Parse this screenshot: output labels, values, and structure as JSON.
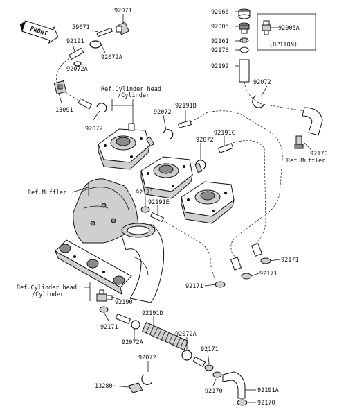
{
  "diagram": {
    "front_arrow_label": "FRONT",
    "option_label": "(OPTION)",
    "refs": {
      "cyl_head_top_1": "Ref.Cylinder head",
      "cyl_head_top_2": "/Cylinder",
      "muffler_left": "Ref.Muffler",
      "muffler_right": "Ref.Muffler",
      "cyl_head_bottom_1": "Ref.Cylinder head",
      "cyl_head_bottom_2": "/Cylinder"
    },
    "parts": {
      "p92071": "92071",
      "p59071": "59071",
      "p92072A_top": "92072A",
      "p92191_top": "92191",
      "p92072A_left": "92072A",
      "p13091": "13091",
      "p92072_left": "92072",
      "p92066": "92066",
      "p92005": "92005",
      "p92005A": "92005A",
      "p92161": "92161",
      "p92170_top": "92170",
      "p92192": "92192",
      "p92072_right": "92072",
      "p92072_mid": "92072",
      "p92191B": "92191B",
      "p92072_mid2": "92072",
      "p92191C": "92191C",
      "p92170_right": "92170",
      "p92171_mid": "92171",
      "p92191E": "92191E",
      "p92171_r1": "92171",
      "p92171_r2": "92171",
      "p92171_bl": "92171",
      "p92190": "92190",
      "p92171_lb": "92171",
      "p92191D": "92191D",
      "p92072A_bot": "92072A",
      "p92072A_bot2": "92072A",
      "p92171_b": "92171",
      "p92072_bot": "92072",
      "p13280": "13280",
      "p92170_b": "92170",
      "p92191A": "92191A",
      "p92170_bb": "92170"
    }
  }
}
